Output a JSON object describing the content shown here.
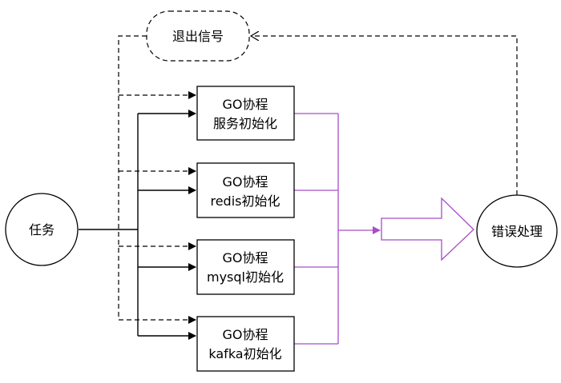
{
  "colors": {
    "stroke": "#000000",
    "accent": "#a64dc8",
    "background": "#ffffff"
  },
  "nodes": {
    "task": {
      "label": "任务"
    },
    "exit_signal": {
      "label": "退出信号"
    },
    "error_handler": {
      "label": "错误处理"
    },
    "service_init": {
      "line1": "GO协程",
      "line2": "服务初始化"
    },
    "redis_init": {
      "line1": "GO协程",
      "line2": "redis初始化"
    },
    "mysql_init": {
      "line1": "GO协程",
      "line2": "mysql初始化"
    },
    "kafka_init": {
      "line1": "GO协程",
      "line2": "kafka初始化"
    }
  }
}
